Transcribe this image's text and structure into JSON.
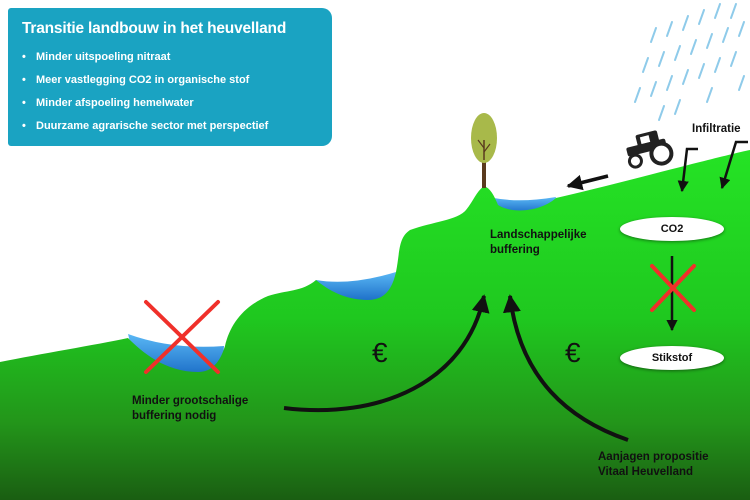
{
  "info_box": {
    "title": "Transitie landbouw in het heuvelland",
    "bullets": [
      "Minder uitspoeling nitraat",
      "Meer vastlegging CO2 in organische stof",
      "Minder afspoeling hemelwater",
      "Duurzame agrarische sector met perspectief"
    ]
  },
  "labels": {
    "infiltratie": "Infiltratie",
    "co2": "CO2",
    "stikstof": "Stikstof",
    "landscape_buffering": [
      "Landschappelijke",
      "buffering"
    ],
    "less_buffering": [
      "Minder grootschalige",
      "buffering nodig"
    ],
    "propositie": [
      "Aanjagen propositie",
      "Vitaal Heuvelland"
    ],
    "euro_symbol": "€"
  },
  "colors": {
    "info_box_bg": "#1aa3c2",
    "grass_light": "#22dd22",
    "grass_dark": "#1c6b12",
    "water": "#2c8fe0",
    "cross": "#f0302a",
    "rain": "#8fcbea"
  },
  "icons": [
    "tree-icon",
    "tractor-icon",
    "rain-icon",
    "cross-icon",
    "euro-icon",
    "arrow-icon"
  ]
}
